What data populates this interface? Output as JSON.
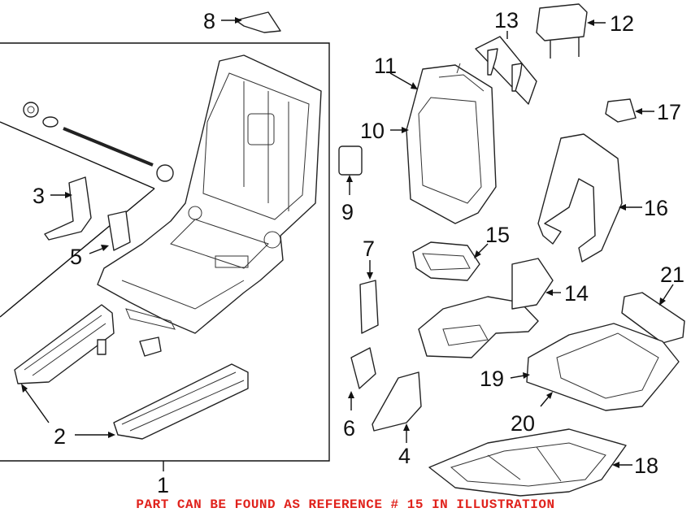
{
  "callouts": {
    "c1": "1",
    "c2": "2",
    "c3": "3",
    "c4": "4",
    "c5": "5",
    "c6": "6",
    "c7": "7",
    "c8": "8",
    "c9": "9",
    "c10": "10",
    "c11": "11",
    "c12": "12",
    "c13": "13",
    "c14": "14",
    "c15": "15",
    "c16": "16",
    "c17": "17",
    "c18": "18",
    "c19": "19",
    "c20": "20",
    "c21": "21"
  },
  "caption": "PART CAN BE FOUND AS REFERENCE # 15 IN ILLUSTRATION",
  "colors": {
    "caption": "#e0221c",
    "lines": "#222222"
  }
}
